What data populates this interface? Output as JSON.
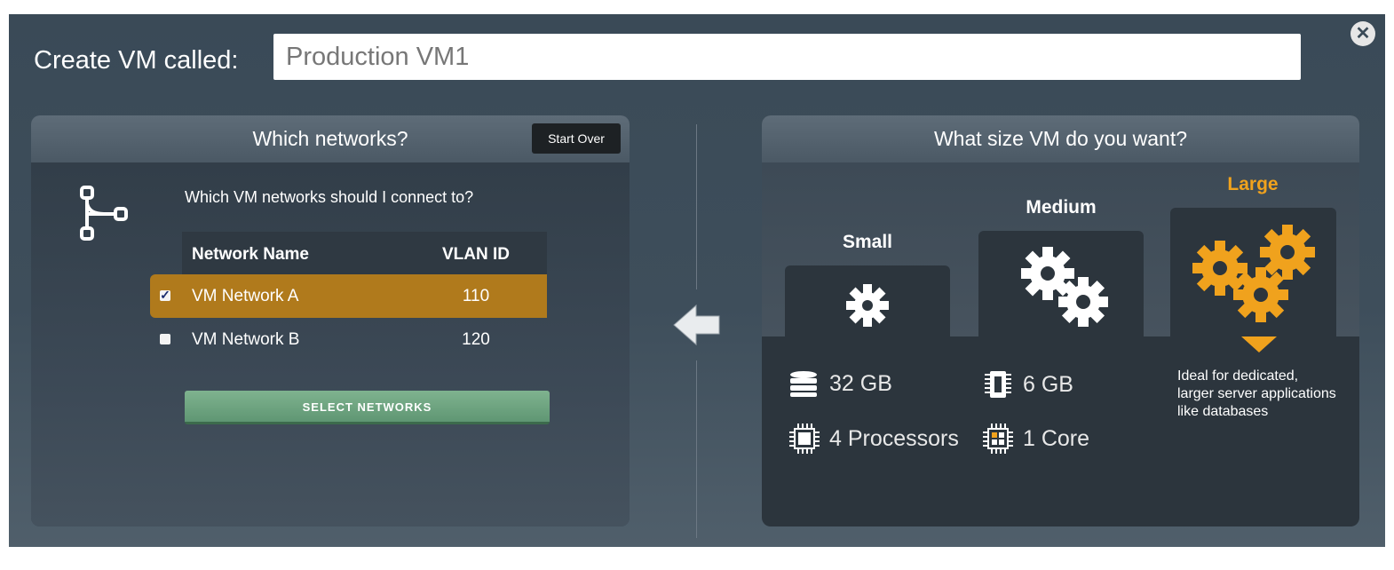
{
  "header": {
    "title_label": "Create VM called:",
    "vm_name_value": "Production VM1"
  },
  "networks_panel": {
    "title": "Which networks?",
    "start_over_label": "Start Over",
    "question": "Which VM networks should I connect to?",
    "columns": {
      "name": "Network Name",
      "vlan": "VLAN ID"
    },
    "rows": [
      {
        "name": "VM Network A",
        "vlan": "110",
        "checked": true
      },
      {
        "name": "VM Network B",
        "vlan": "120",
        "checked": false
      }
    ],
    "select_button_label": "SELECT NETWORKS"
  },
  "size_panel": {
    "title": "What size VM do you want?",
    "sizes": [
      {
        "label": "Small"
      },
      {
        "label": "Medium"
      },
      {
        "label": "Large",
        "selected": true
      }
    ],
    "specs": {
      "storage": "32 GB",
      "memory": "6 GB",
      "processors": "4 Processors",
      "cores": "1 Core"
    },
    "description": "Ideal for dedicated, larger server applications like databases"
  },
  "colors": {
    "accent_orange": "#f0a21d",
    "selected_row": "#b07a1c",
    "button_green": "#6fa882"
  },
  "icons": [
    "close-icon",
    "network-branch-icon",
    "checkbox-checked-icon",
    "checkbox-unchecked-icon",
    "arrow-left-icon",
    "gear-icon",
    "storage-stack-icon",
    "ram-chip-icon",
    "processor-chip-icon",
    "core-chip-icon",
    "caret-down-icon"
  ]
}
